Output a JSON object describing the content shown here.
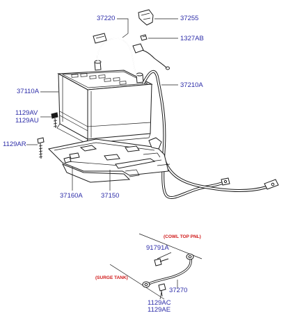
{
  "parts": {
    "cable_positive": "37220",
    "terminal_cover": "37255",
    "clip_nut": "1327AB",
    "battery": "37110A",
    "cable_negative": "37210A",
    "bolt_a_line1": "1129AV",
    "bolt_a_line2": "1129AU",
    "bolt_b": "1129AR",
    "tray_lower": "37160A",
    "tray_upper": "37150",
    "bolt_c": "91791A",
    "ground_strap": "37270",
    "bolt_d_line1": "1129AC",
    "bolt_d_line2": "1129AE"
  },
  "notes": {
    "cowl_top": "(COWL TOP PNL)",
    "surge_tank": "(SURGE TANK)"
  },
  "colors": {
    "label": "#2c2ca8",
    "note": "#d01818",
    "linework": "#1a1a1a"
  }
}
